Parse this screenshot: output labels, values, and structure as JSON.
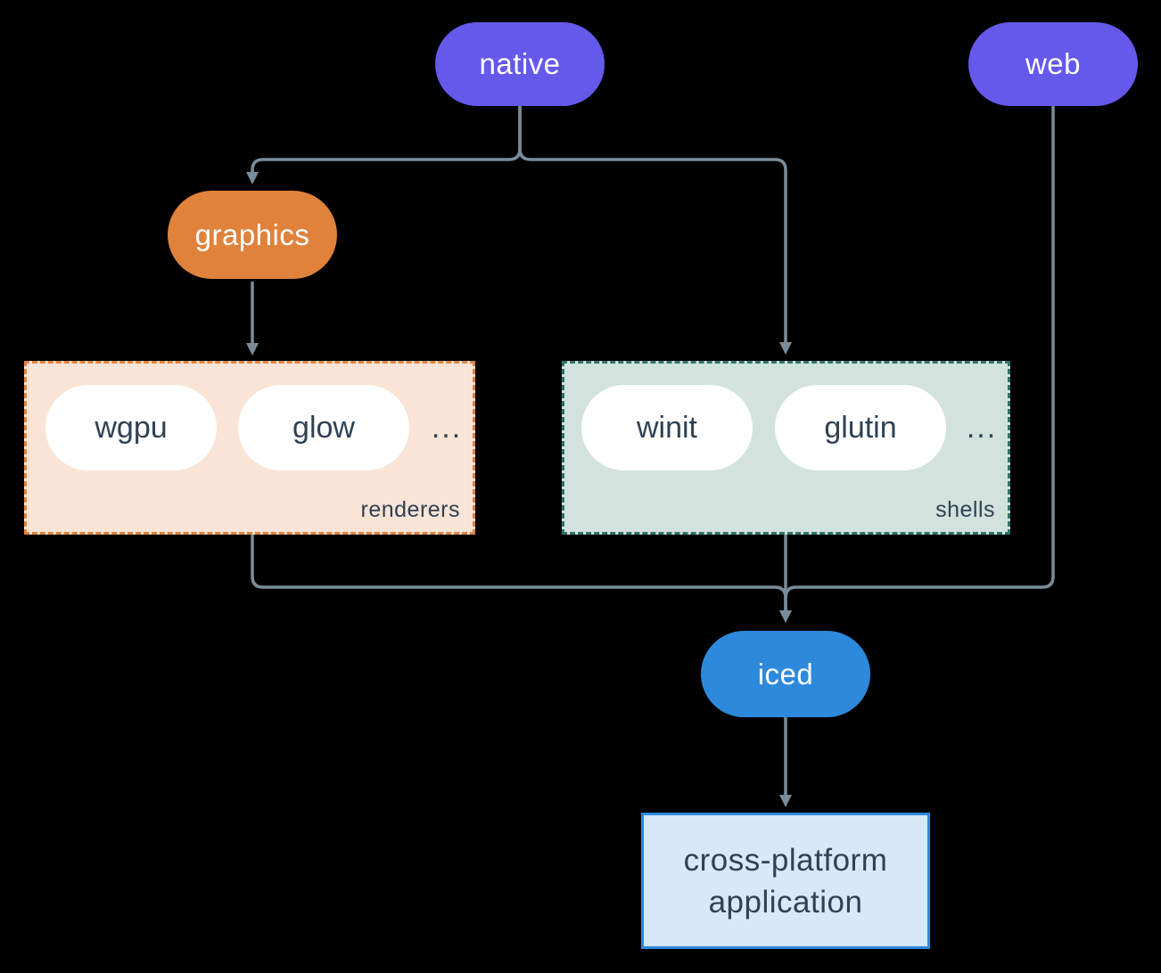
{
  "colors": {
    "bg": "#000000",
    "purple": "#6559EC",
    "orange": "#E0823C",
    "blue": "#2D89DB",
    "peach-bg": "#FAE4D6",
    "teal-bg": "#D2E2DC",
    "teal-border": "#2E7467",
    "lightblue-bg": "#D7E8F8",
    "line": "#7A8C99",
    "dark-text": "#2F4154",
    "white": "#FFFFFF"
  },
  "nodes": {
    "native": {
      "label": "native"
    },
    "web": {
      "label": "web"
    },
    "graphics": {
      "label": "graphics"
    },
    "iced": {
      "label": "iced"
    },
    "application": {
      "line1": "cross-platform",
      "line2": "application"
    }
  },
  "groups": {
    "renderers": {
      "label": "renderers",
      "items": [
        "wgpu",
        "glow"
      ],
      "ellipsis": "..."
    },
    "shells": {
      "label": "shells",
      "items": [
        "winit",
        "glutin"
      ],
      "ellipsis": "..."
    }
  }
}
